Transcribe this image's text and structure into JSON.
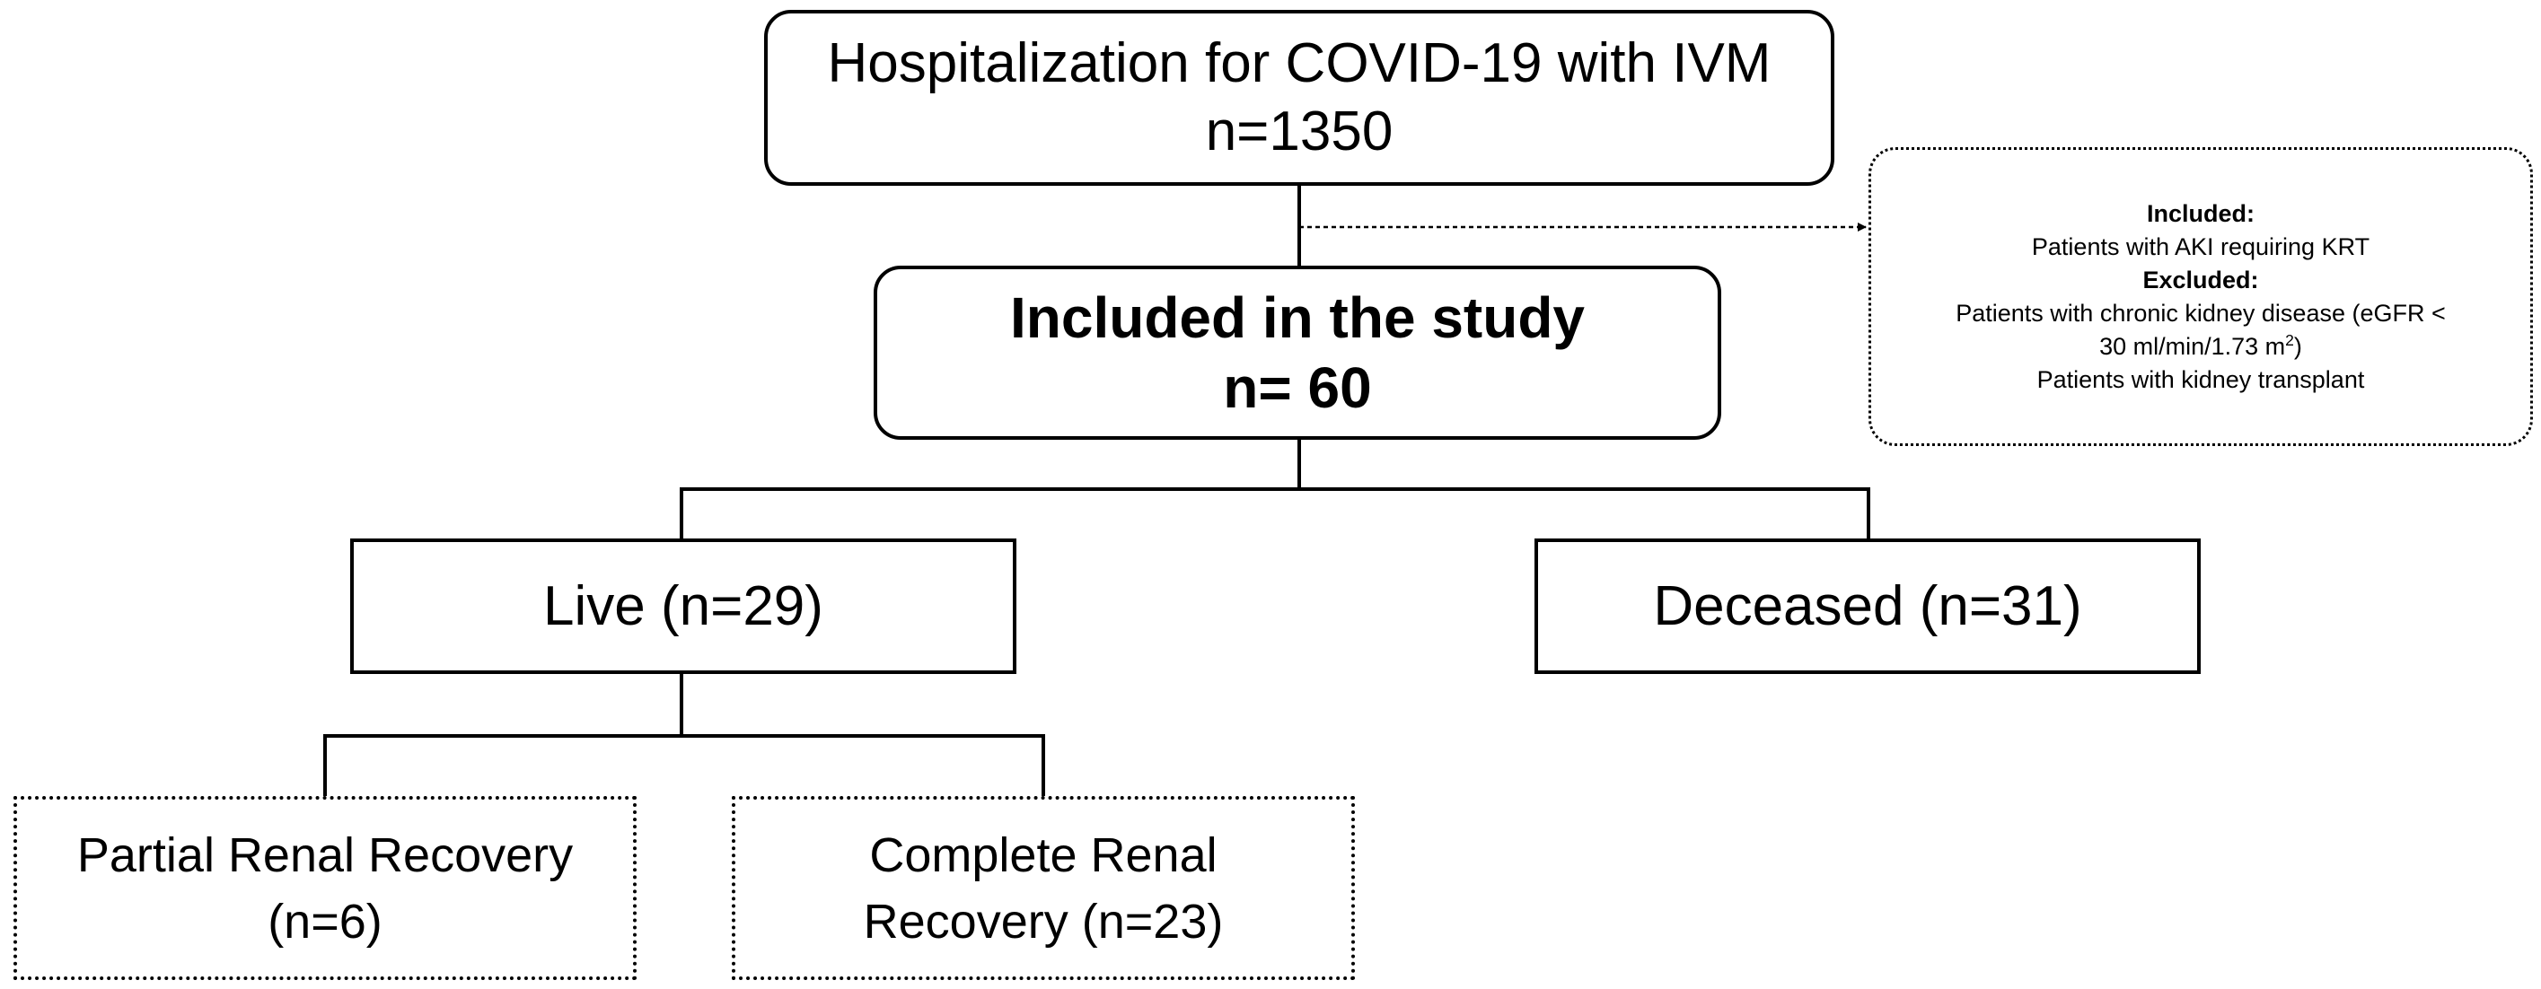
{
  "flowchart": {
    "hospitalization": {
      "title": "Hospitalization for COVID-19 with IVM",
      "count": "n=1350"
    },
    "included": {
      "title": "Included in the study",
      "count": "n= 60"
    },
    "criteria": {
      "included_header": "Included:",
      "included_item": "Patients with AKI requiring KRT",
      "excluded_header": "Excluded:",
      "excluded_item1_line1": "Patients with chronic kidney disease (eGFR <",
      "excluded_item1_line2": "30 ml/min/1.73 m",
      "excluded_item1_sup": "2",
      "excluded_item1_close": ")",
      "excluded_item2": "Patients with kidney transplant"
    },
    "live": {
      "label": "Live (n=29)"
    },
    "deceased": {
      "label": "Deceased (n=31)"
    },
    "partial_recovery": {
      "line1": "Partial Renal Recovery",
      "line2": "(n=6)"
    },
    "complete_recovery": {
      "line1": "Complete Renal",
      "line2": "Recovery (n=23)"
    }
  }
}
